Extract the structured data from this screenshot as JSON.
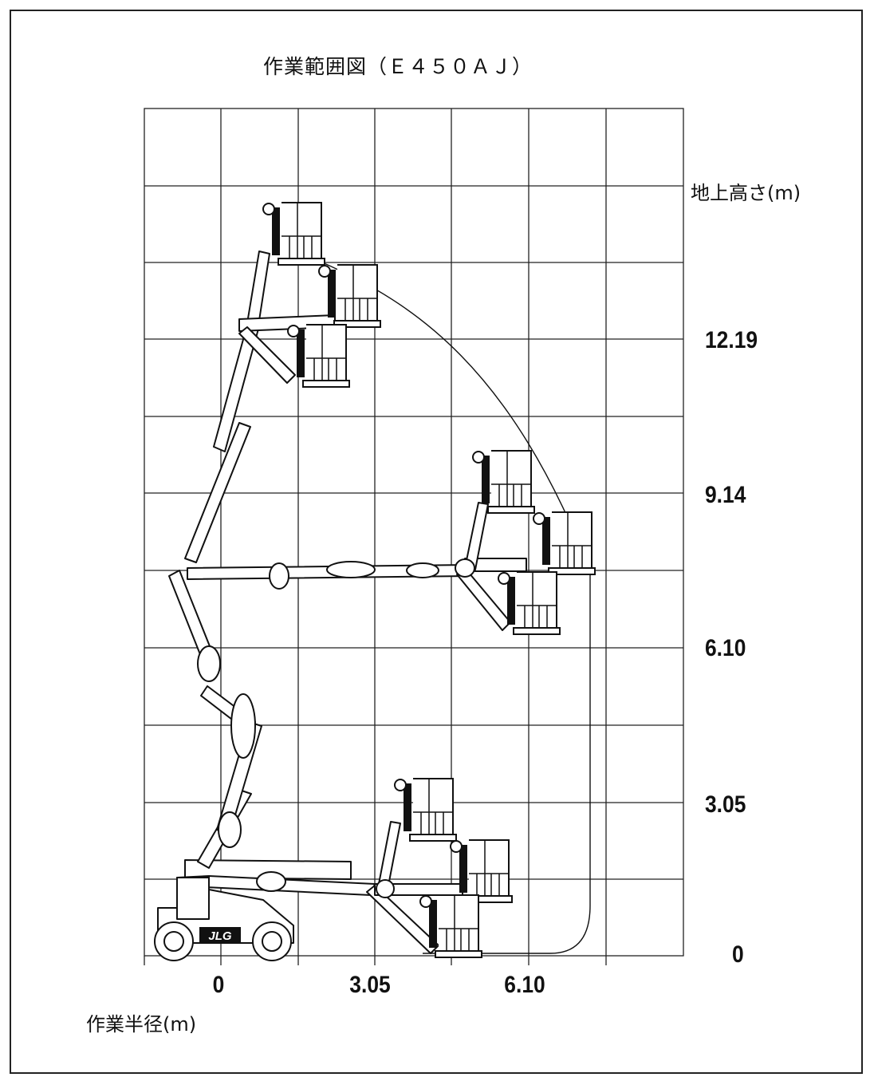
{
  "title": "作業範囲図（Ｅ４５０ＡＪ）",
  "y_axis": {
    "unit_label": "地上高さ(m)",
    "tick_labels": [
      "12.19",
      "9.14",
      "6.10",
      "3.05",
      "0"
    ]
  },
  "x_axis": {
    "unit_label": "作業半径(m)",
    "tick_labels": [
      "0",
      "3.05",
      "6.10"
    ]
  },
  "machine": {
    "brand_logo": "JLG"
  },
  "colors": {
    "line": "#111111",
    "grid": "#222222",
    "background": "#ffffff"
  }
}
